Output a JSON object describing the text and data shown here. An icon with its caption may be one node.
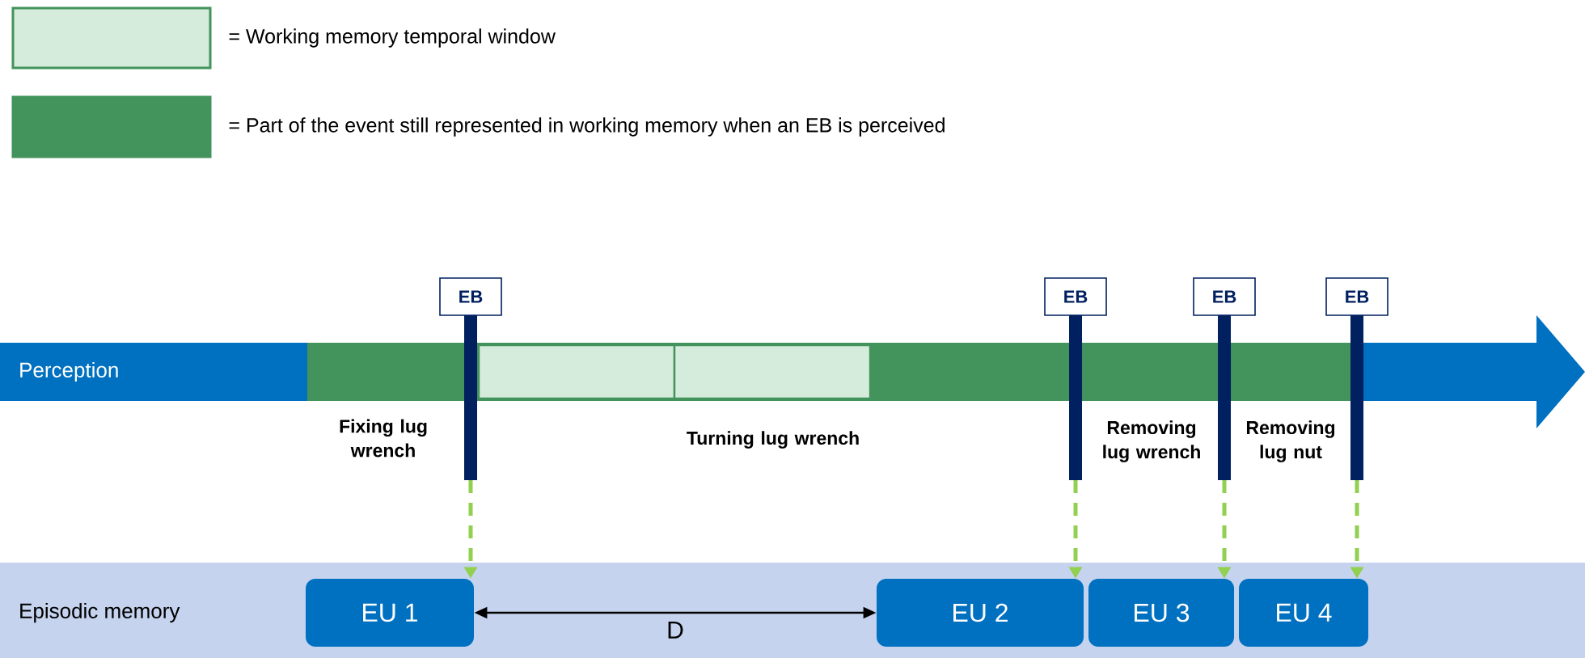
{
  "diagram": {
    "nodes": [
      {
        "text": [
          "Perception"
        ]
      },
      {
        "text": [
          "Episodic memory"
        ]
      },
      {
        "text": [
          "EB"
        ]
      },
      {
        "text": [
          "EB"
        ]
      },
      {
        "text": [
          "EB"
        ]
      },
      {
        "text": [
          "EB"
        ]
      },
      {
        "text": [
          "EU 1"
        ],
        "in": 1
      },
      {
        "text": [
          "EU 2"
        ],
        "in": 1
      },
      {
        "text": [
          "EU 3"
        ],
        "in": 1
      },
      {
        "text": [
          "EU 4"
        ],
        "in": 1
      }
    ],
    "edges": [
      {
        "from": 2,
        "to": 6,
        "arrow": "to",
        "style": "dashed",
        "color": "#92d050"
      },
      {
        "from": 3,
        "to": 7,
        "arrow": "to",
        "style": "dashed",
        "color": "#92d050"
      },
      {
        "from": 4,
        "to": 8,
        "arrow": "to",
        "style": "dashed",
        "color": "#92d050"
      },
      {
        "from": 5,
        "to": 9,
        "arrow": "to",
        "style": "dashed",
        "color": "#92d050"
      },
      {
        "from": 6,
        "to": 7,
        "arrow": "both",
        "label": "D",
        "color": "#000000"
      }
    ],
    "labels": [
      "Fixing lug wrench",
      "Turning lug wrench",
      "Removing lug wrench",
      "Removing lug nut"
    ],
    "legend": [
      {
        "text": "= Working memory temporal window",
        "color": "#d5ebdb"
      },
      {
        "text": "= Part of the event still represented in working memory when an EB is perceived",
        "color": "#43935c"
      }
    ]
  }
}
